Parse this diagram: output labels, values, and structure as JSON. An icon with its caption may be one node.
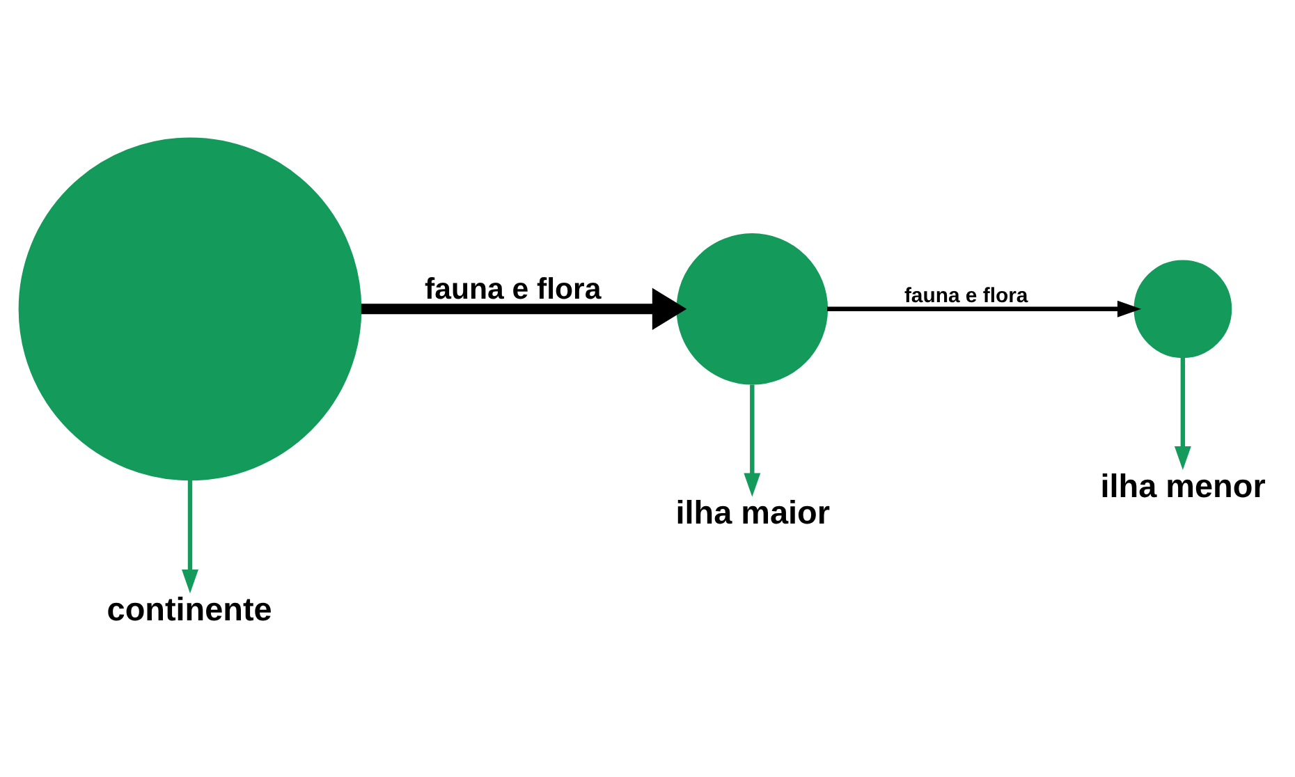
{
  "diagram": {
    "nodes": [
      {
        "text": [],
        "shape": "circle"
      },
      {
        "text": [
          "continente"
        ]
      },
      {
        "text": [],
        "shape": "circle"
      },
      {
        "text": [
          "ilha maior"
        ]
      },
      {
        "text": [],
        "shape": "circle"
      },
      {
        "text": [
          "ilha menor"
        ]
      }
    ],
    "edges": [
      {
        "from": 0,
        "to": 1,
        "arrow": "to",
        "color": "#149a5a"
      },
      {
        "from": 2,
        "to": 3,
        "arrow": "to",
        "color": "#149a5a"
      },
      {
        "from": 4,
        "to": 5,
        "arrow": "to",
        "color": "#149a5a"
      },
      {
        "from": 0,
        "to": 2,
        "arrow": "to",
        "label": "fauna e flora",
        "style": "thick",
        "color": "#000000"
      },
      {
        "from": 2,
        "to": 4,
        "arrow": "to",
        "label": "fauna e flora",
        "color": "#000000"
      }
    ]
  }
}
